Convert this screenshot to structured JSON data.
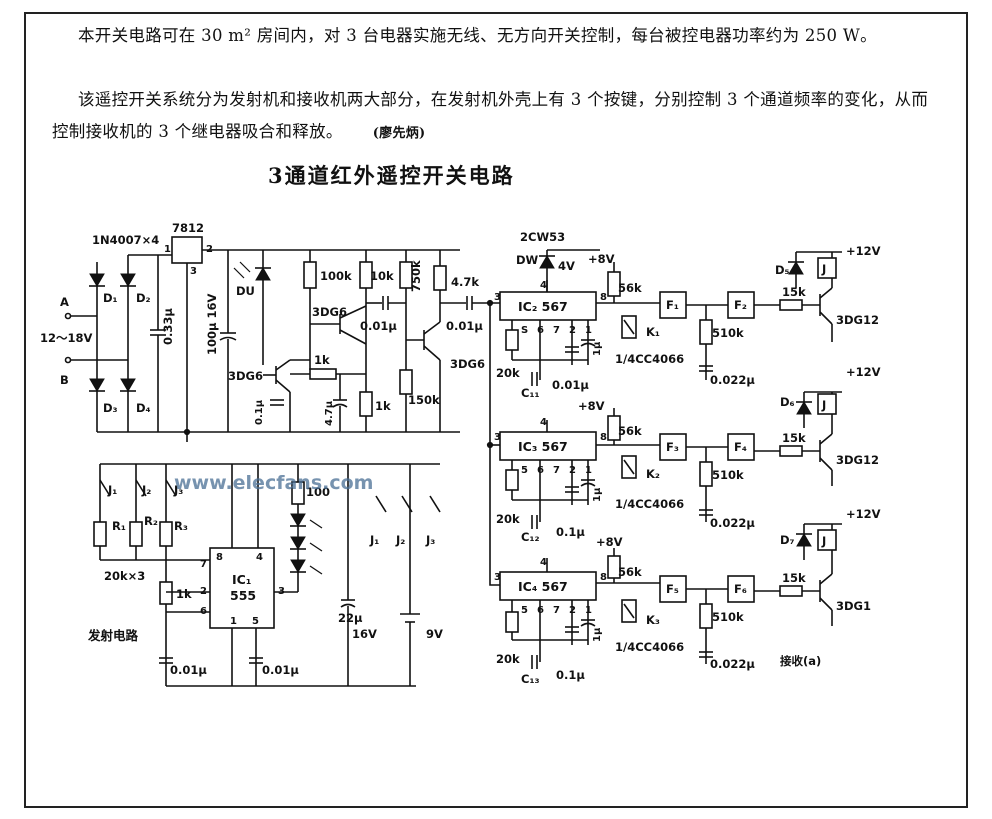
{
  "text": {
    "para1": "本开关电路可在 30 m² 房间内，对 3 台电器实施无线、无方向开关控制，每台被控电器功率约为 250 W。",
    "para2": "该遥控开关系统分为发射机和接收机两大部分，在发射机外壳上有 3 个按键，分别控制 3 个通道频率的变化，从而控制接收机的 3 个继电器吸合和释放。",
    "author": "(廖先炳)",
    "title": "3通道红外遥控开关电路"
  },
  "labels": {
    "diodes": "1N4007×4",
    "reg": "7812",
    "pin1": "1",
    "pin2": "2",
    "pin3": "3",
    "a": "A",
    "b": "B",
    "vin": "12～18V",
    "d1": "D₁",
    "d2": "D₂",
    "d3": "D₃",
    "d4": "D₄",
    "c033": "0.33μ",
    "c100": "100μ 16V",
    "du": "DU",
    "r100k": "100k",
    "r10k": "10k",
    "r750k": "750k",
    "r47k": "4.7k",
    "q1": "3DG6",
    "q2": "3DG6",
    "q3": "3DG6",
    "c001a": "0.01μ",
    "c001b": "0.01μ",
    "r1k": "1k",
    "r1k2": "1k",
    "c01": "0.1μ",
    "c47": "4.7μ",
    "r150k": "150k",
    "zener": "2CW53",
    "dw": "DW",
    "v4": "4V",
    "v8a": "+8V",
    "v8b": "+8V",
    "v8c": "+8V",
    "ic2": "IC₂ 567",
    "ic3": "IC₃ 567",
    "ic4": "IC₄ 567",
    "p3": "3",
    "p8": "8",
    "p4": "4",
    "p5": "5",
    "p6": "6",
    "p7": "7",
    "p2": "2",
    "p1": "1",
    "r56k": "56k",
    "r56k2": "56k",
    "r56k3": "56k",
    "f1": "F₁",
    "f2": "F₂",
    "f3": "F₃",
    "f4": "F₄",
    "f5": "F₅",
    "f6": "F₆",
    "k1": "K₁",
    "k2": "K₂",
    "k3": "K₃",
    "r510k": "510k",
    "r510k2": "510k",
    "r510k3": "510k",
    "cd4066": "1/4CC4066",
    "cd4066b": "1/4CC4066",
    "cd4066c": "1/4CC4066",
    "c0022": "0.022μ",
    "c0022b": "0.022μ",
    "c0022c": "0.022μ",
    "r15k": "15k",
    "r15k2": "15k",
    "r15k3": "15k",
    "q4": "3DG12",
    "q5": "3DG12",
    "q6": "3DG1",
    "d5": "D₅",
    "d6": "D₆",
    "d7": "D₇",
    "j": "J",
    "j2": "J",
    "j3": "J",
    "v12a": "+12V",
    "v12b": "+12V",
    "v12c": "+12V",
    "r20k": "20k",
    "r20k2": "20k",
    "r20k3": "20k",
    "c11": "C₁₁",
    "c12": "C₁₂",
    "c13": "C₁₃",
    "c001c": "0.01μ",
    "c01b": "0.1μ",
    "c01c": "0.1μ",
    "c1u": "1μ",
    "c1u2": "1μ",
    "c1u3": "1μ",
    "s": "S",
    "tj1": "J₁",
    "tj2": "J₂",
    "tj3": "J₃",
    "tr1": "R₁",
    "tr2": "R₂",
    "tr3": "R₃",
    "r20kx3": "20k×3",
    "ic1": "IC₁",
    "n555": "555",
    "t8": "8",
    "t4": "4",
    "t7": "7",
    "t2": "2",
    "t6": "6",
    "t3": "3",
    "t1": "1",
    "t5": "5",
    "tr1k": "1k",
    "r100": "100",
    "c22": "22μ",
    "c22v": "16V",
    "v9": "9V",
    "tc001a": "0.01μ",
    "tc001b": "0.01μ",
    "tx": "发射电路",
    "rx": "接收(a)",
    "bj1": "J₁",
    "bj2": "J₂",
    "bj3": "J₃",
    "watermark": "www.elecfans.com"
  }
}
